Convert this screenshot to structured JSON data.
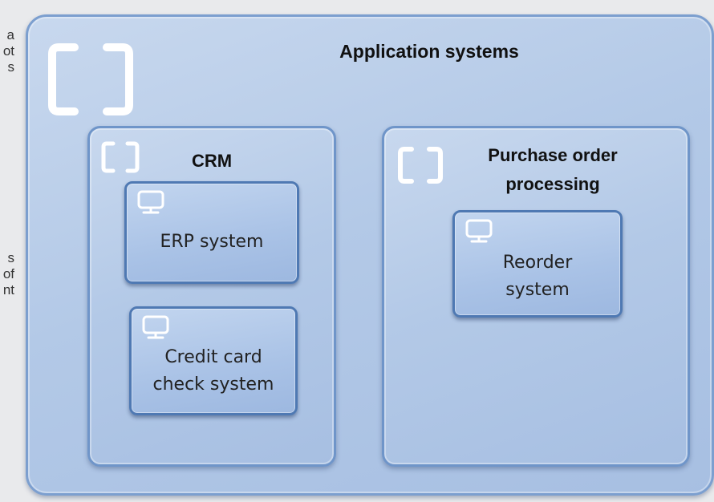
{
  "side_fragments": [
    "a",
    "ot",
    "s",
    "s",
    "of",
    "nt"
  ],
  "diagram": {
    "outer": {
      "title": "Application systems"
    },
    "groups": {
      "crm": {
        "title": "CRM"
      },
      "purchase_order": {
        "title_line1": "Purchase order",
        "title_line2": "processing"
      }
    },
    "systems": {
      "erp": {
        "label": "ERP system"
      },
      "credit": {
        "label_line1": "Credit card",
        "label_line2": "check system"
      },
      "reorder": {
        "label_line1": "Reorder",
        "label_line2": "system"
      }
    },
    "icons": {
      "group": "application-collaboration-icon",
      "system": "application-component-monitor-icon"
    },
    "colors": {
      "background": "#e9eaec",
      "box_fill": "#b3c9e7",
      "box_border": "#7c9fcf",
      "system_border": "#4f79b3",
      "icon_stroke": "#ffffff"
    }
  }
}
